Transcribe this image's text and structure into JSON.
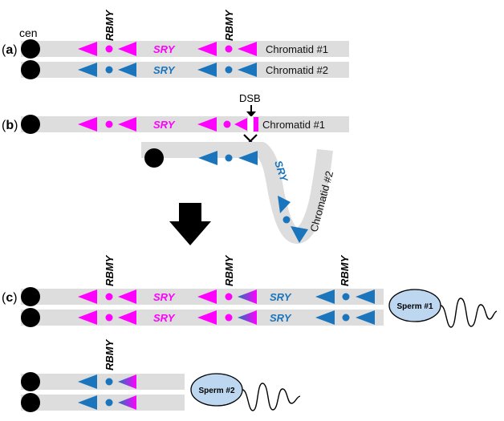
{
  "labels": {
    "centromere": "cen",
    "gene_rbmy": "RBMY",
    "gene_sry": "SRY",
    "dsb": "DSB",
    "chromatid_1": "Chromatid #1",
    "chromatid_2": "Chromatid #2",
    "sperm_1": "Sperm #1",
    "sperm_2": "Sperm #2"
  },
  "panels": {
    "a": {
      "open": "(",
      "letter": "a",
      "close": ")"
    },
    "b": {
      "open": "(",
      "letter": "b",
      "close": ")"
    },
    "c": {
      "open": "(",
      "letter": "c",
      "close": ")"
    }
  },
  "colors": {
    "magenta": "#ff00ff",
    "blue": "#1b75bc",
    "bar": "#dddddd",
    "sperm_fill": "#bcd7ef"
  }
}
